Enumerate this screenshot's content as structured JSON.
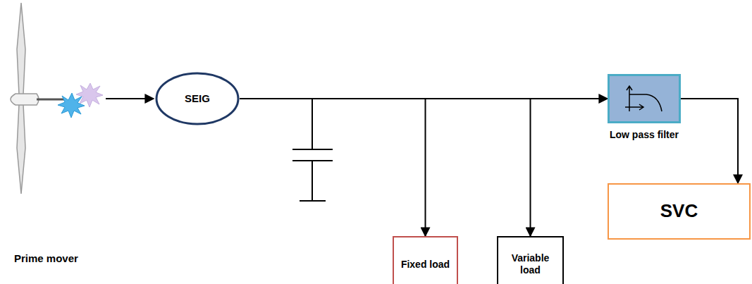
{
  "diagram": {
    "nodes": [
      {
        "text": [
          "SEIG"
        ]
      },
      {
        "text": [
          "Fixed load"
        ]
      },
      {
        "text": [
          "Variable load"
        ]
      },
      {
        "text": [
          "Low pass filter"
        ]
      },
      {
        "text": [
          "SVC"
        ]
      }
    ],
    "edges": [
      {
        "from": 0,
        "to": 1,
        "arrow": "to"
      },
      {
        "from": 0,
        "to": 2,
        "arrow": "to"
      },
      {
        "from": 0,
        "to": 3,
        "arrow": "to"
      },
      {
        "from": 3,
        "to": 4,
        "arrow": "to"
      }
    ],
    "labels": [
      "Prime mover"
    ]
  }
}
